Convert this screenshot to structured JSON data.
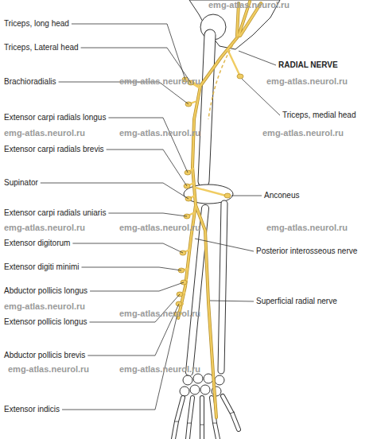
{
  "diagram": {
    "labels": [
      "emg-atlas.neurol.ru",
      "Triceps, long head",
      "Triceps, Lateral head",
      "RADIAL NERVE",
      "emg-atlas.neurol.ru",
      "emg-atlas.neurol.ru",
      "Brachioradialis",
      "Triceps, medial head",
      "Extensor carpi radials longus",
      "emg-atlas.neurol.ru",
      "emg-atlas.neurol.ru",
      "emg-atlas.neurol.ru",
      "Extensor carpi radials brevis",
      "Supinator",
      "Anconeus",
      "Extensor carpi radials uniaris",
      "emg-atlas.neurol.ru",
      "emg-atlas.neurol.ru",
      "emg-atlas.neurol.ru",
      "Extensor digitorum",
      "Posterior interosseous nerve",
      "Extensor digiti minimi",
      "Abductor pollicis longus",
      "Superficial radial nerve",
      "emg-atlas.neurol.ru",
      "emg-atlas.neurol.ru",
      "Extensor pollicis longus",
      "Abductor pollicis brevis",
      "emg-atlas.neurol.ru",
      "emg-atlas.neurol.ru",
      "Extensor indicis"
    ]
  }
}
